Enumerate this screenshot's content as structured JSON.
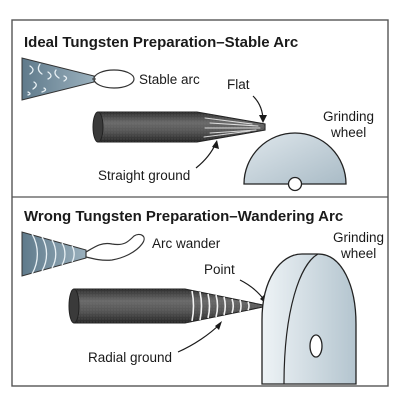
{
  "sections": [
    {
      "heading": "Ideal Tungsten Preparation–Stable Arc",
      "labels": {
        "arc": "Stable arc",
        "tip": "Flat",
        "wheel_line1": "Grinding",
        "wheel_line2": "wheel",
        "grind": "Straight ground"
      }
    },
    {
      "heading": "Wrong Tungsten Preparation–Wandering Arc",
      "labels": {
        "arc": "Arc wander",
        "tip": "Point",
        "wheel_line1": "Grinding",
        "wheel_line2": "wheel",
        "grind": "Radial ground"
      }
    }
  ],
  "colors": {
    "border": "#555555",
    "electrode": "#4a4a4a",
    "wheel_fill": "#c3d0d8",
    "arc_fill": "#7f97a6",
    "arc_streak": "#e8f0f4"
  }
}
